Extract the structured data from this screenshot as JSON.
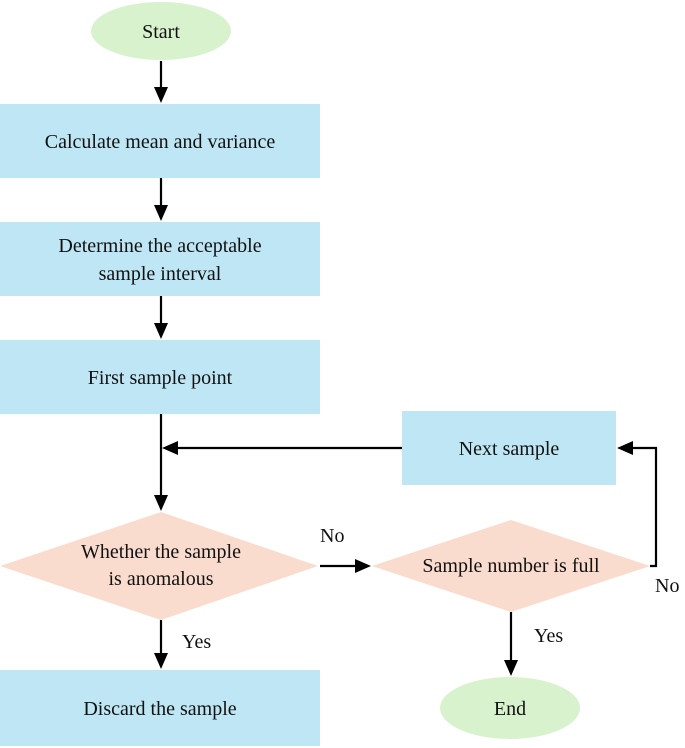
{
  "diagram": {
    "colors": {
      "process": "#bfe6f4",
      "decision": "#f9dccd",
      "terminal": "#d9f2ce",
      "line": "#000000",
      "text": "#111111"
    },
    "nodes": {
      "start": {
        "label": "Start"
      },
      "calc": {
        "label": "Calculate mean and variance"
      },
      "determine": {
        "line1": "Determine the acceptable",
        "line2": "sample interval"
      },
      "first": {
        "label": "First sample point"
      },
      "whether": {
        "line1": "Whether the sample",
        "line2": "is anomalous"
      },
      "discard": {
        "label": "Discard the sample"
      },
      "full": {
        "label": "Sample number is full"
      },
      "next": {
        "label": "Next sample"
      },
      "end": {
        "label": "End"
      }
    },
    "edge_labels": {
      "whether_no": "No",
      "whether_yes": "Yes",
      "full_no": "No",
      "full_yes": "Yes"
    }
  }
}
